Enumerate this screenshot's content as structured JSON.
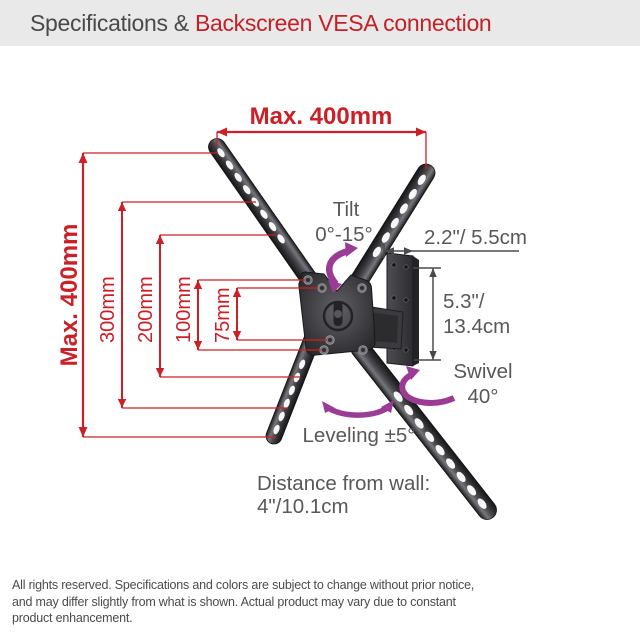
{
  "header": {
    "title_prefix": "Specifications & ",
    "title_highlight": "Backscreen VESA connection"
  },
  "labels": {
    "max_width": "Max. 400mm",
    "max_height": "Max. 400mm",
    "dim_300": "300mm",
    "dim_200": "200mm",
    "dim_100": "100mm",
    "dim_75": "75mm",
    "depth": "2.2\"/ 5.5cm",
    "plate_height_l1": "5.3\"/",
    "plate_height_l2": "13.4cm",
    "tilt_l1": "Tilt",
    "tilt_l2": "0°-15°",
    "swivel_l1": "Swivel",
    "swivel_l2": "40°",
    "leveling": "Leveling ±5°",
    "wall_distance_l1": "Distance from wall:",
    "wall_distance_l2": "4\"/10.1cm"
  },
  "footer": {
    "line1": "All rights reserved. Specifications and colors are subject to change without prior notice,",
    "line2": "and may differ slightly from what is shown. Actual product may vary due to constant",
    "line3": "product enhancement.",
    "colors": ""
  },
  "colors": {
    "accent_red": "#cb2027",
    "accent_purple": "#9a3c96",
    "text_gray": "#57585a",
    "header_bg": "#e9e9e9",
    "bracket_dark": "#3a393b"
  }
}
